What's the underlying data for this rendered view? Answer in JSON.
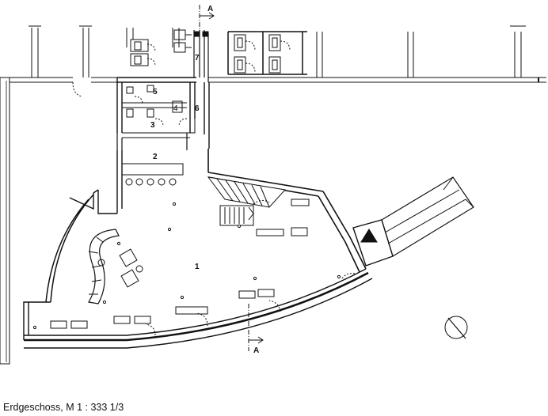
{
  "caption": "Erdgeschoss, M 1 : 333 1/3",
  "section_marker": "A",
  "rooms": [
    {
      "number": "1"
    },
    {
      "number": "2"
    },
    {
      "number": "3"
    },
    {
      "number": "4"
    },
    {
      "number": "5"
    },
    {
      "number": "6"
    },
    {
      "number": "7"
    }
  ],
  "icons": [
    "north-arrow-icon",
    "entrance-triangle-icon"
  ]
}
